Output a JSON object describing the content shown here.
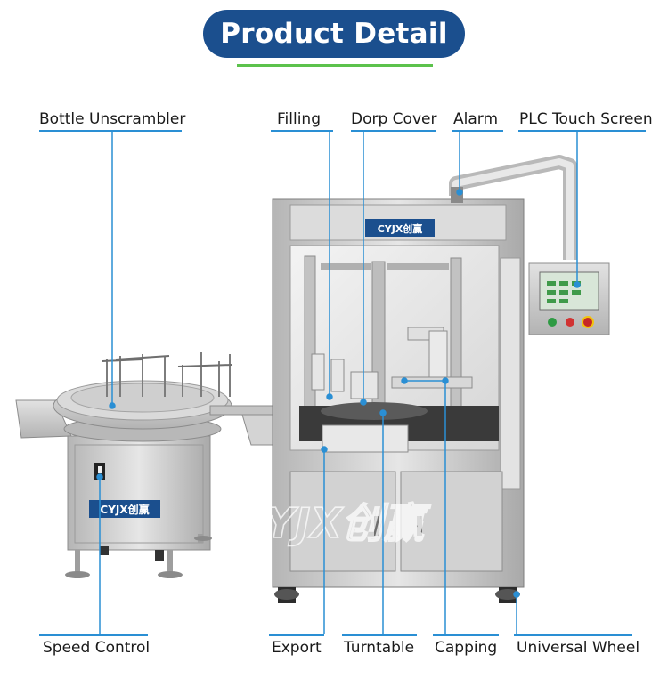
{
  "title": "Product Detail",
  "brand": {
    "logo_text": "CYJX创赢",
    "watermark_text": "CYJX创赢"
  },
  "colors": {
    "title_bg": "#1b4f8e",
    "title_underline": "#5cc24c",
    "leader_line": "#2a8fd4",
    "machine_steel": "#c9c9c9"
  },
  "labels": {
    "top": [
      "Bottle Unscrambler",
      "Filling",
      "Dorp Cover",
      "Alarm",
      "PLC Touch Screen"
    ],
    "bottom": [
      "Speed Control",
      "Export",
      "Turntable",
      "Capping",
      "Universal Wheel"
    ]
  }
}
